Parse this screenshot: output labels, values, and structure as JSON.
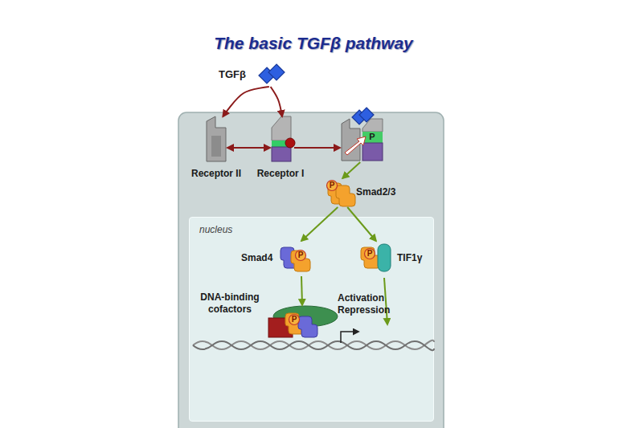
{
  "diagram": {
    "title": "The basic TGFβ pathway",
    "nodes": [
      {
        "text": [
          "TGFβ"
        ]
      },
      {
        "text": [
          "Receptor II"
        ]
      },
      {
        "text": [
          "Receptor I"
        ]
      },
      {
        "text": [
          "P"
        ]
      },
      {
        "text": [
          "P",
          "Smad2/3"
        ]
      },
      {
        "text": [
          "nucleus"
        ]
      },
      {
        "text": [
          "Smad4",
          "P"
        ],
        "in": 5
      },
      {
        "text": [
          "P",
          "TIF1γ"
        ],
        "in": 5
      },
      {
        "text": [
          "DNA-binding cofactors",
          "P"
        ],
        "in": 5
      }
    ],
    "edges": [
      {
        "from": 0,
        "to": 1,
        "arrow": "to"
      },
      {
        "from": 0,
        "to": 2,
        "arrow": "to"
      },
      {
        "from": 1,
        "to": 2,
        "arrow": "both"
      },
      {
        "from": 2,
        "to": 3,
        "arrow": "to"
      },
      {
        "from": 3,
        "to": 4,
        "arrow": "to"
      },
      {
        "from": 4,
        "to": 6,
        "arrow": "to"
      },
      {
        "from": 4,
        "to": 7,
        "arrow": "to"
      },
      {
        "from": 6,
        "to": 8,
        "arrow": "to"
      }
    ],
    "labels": [
      "Activation Repression"
    ]
  }
}
